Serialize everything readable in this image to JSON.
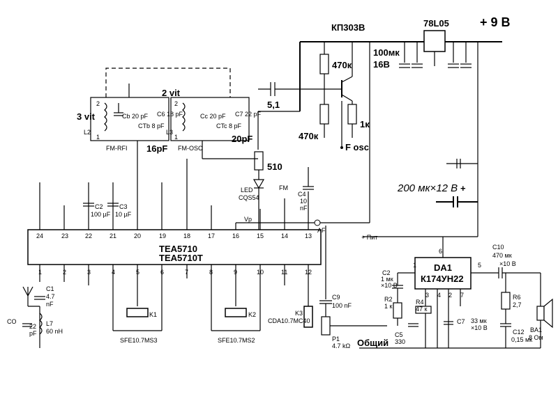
{
  "power": {
    "supply": "+ 9 В",
    "regulator": "78L05",
    "bulk_cap": "100мк",
    "bulk_voltage": "16В",
    "pit": "+ Пит",
    "ground": "Общий"
  },
  "osc_stage": {
    "transistor": "КП303В",
    "r_upper": "470к",
    "r_lower": "470к",
    "r_source": "1к",
    "c_coupling": "5,1",
    "f_osc": "F osc",
    "r_led": "510"
  },
  "coils": {
    "rf": {
      "turns": "3 vit",
      "label": "FM-RFI",
      "extra_cap": "16pF",
      "pins": [
        "2",
        "1"
      ],
      "name": "L2",
      "cap": "Cb 20 pF",
      "trim": "CTb 8 pF",
      "c6": "C6 18 pF"
    },
    "osc": {
      "turns": "2 vit",
      "label": "FM-OSC",
      "extra_cap": "20pF",
      "pins": [
        "2",
        "1"
      ],
      "name": "L3",
      "cap": "Cc 20 pF",
      "trim": "CTc 8 pF",
      "c7": "C7 22 pF"
    }
  },
  "ic1": {
    "name": "TEA5710",
    "name2": "TEA5710T",
    "top_pins": [
      "24",
      "23",
      "22",
      "21",
      "20",
      "19",
      "18",
      "17",
      "16",
      "15",
      "14",
      "13"
    ],
    "bottom_pins": [
      "1",
      "2",
      "3",
      "4",
      "5",
      "6",
      "7",
      "8",
      "9",
      "10",
      "11",
      "12"
    ],
    "vp": "Vp",
    "af": "AF",
    "fm": "FM",
    "led": "LED",
    "led_part": "CQS54",
    "c2": "C2",
    "c2v": "100 µF",
    "c3": "C3",
    "c3v": "10 µF",
    "c4": "C4",
    "c4v": "10",
    "c4u": "nF"
  },
  "input": {
    "c1": "C1",
    "c1v": "4.7",
    "c1u": "nF",
    "co": "CO",
    "c0v": "22",
    "c0u": "pF",
    "l7": "L7",
    "l7v": "60 nH"
  },
  "filters": {
    "k1": "K1",
    "k1_part": "SFE10.7MS3",
    "k2": "K2",
    "k2_part": "SFE10.7MS2",
    "k3": "K3",
    "k3_part": "CDA10.7MC40"
  },
  "volume": {
    "c9": "C9",
    "c9v": "100 nF",
    "p1": "P1",
    "p1v": "4.7 kΩ"
  },
  "big_cap": {
    "label": "200 мк×12 В",
    "plus": "+"
  },
  "amp": {
    "name": "DA1",
    "part": "К174УН22",
    "pins": [
      "6",
      "1",
      "5",
      "3",
      "4",
      "2",
      "7"
    ],
    "c2": "C2",
    "c2v": "1 мк",
    "c2u": "×10 В",
    "r2": "R2",
    "r2v": "1 к",
    "r4": "R4",
    "r4v": "47 к",
    "c5": "C5",
    "c5v": "330",
    "c7": "C7",
    "c7v": "33 мк",
    "c7u": "×10 В",
    "c10": "C10",
    "c10v": "470 мк",
    "c10u": "×10 В",
    "r6": "R6",
    "r6v": "2,7",
    "c12": "C12",
    "c12v": "0,15 мк",
    "ba1": "BA1",
    "ba1v": "8 Ом"
  }
}
